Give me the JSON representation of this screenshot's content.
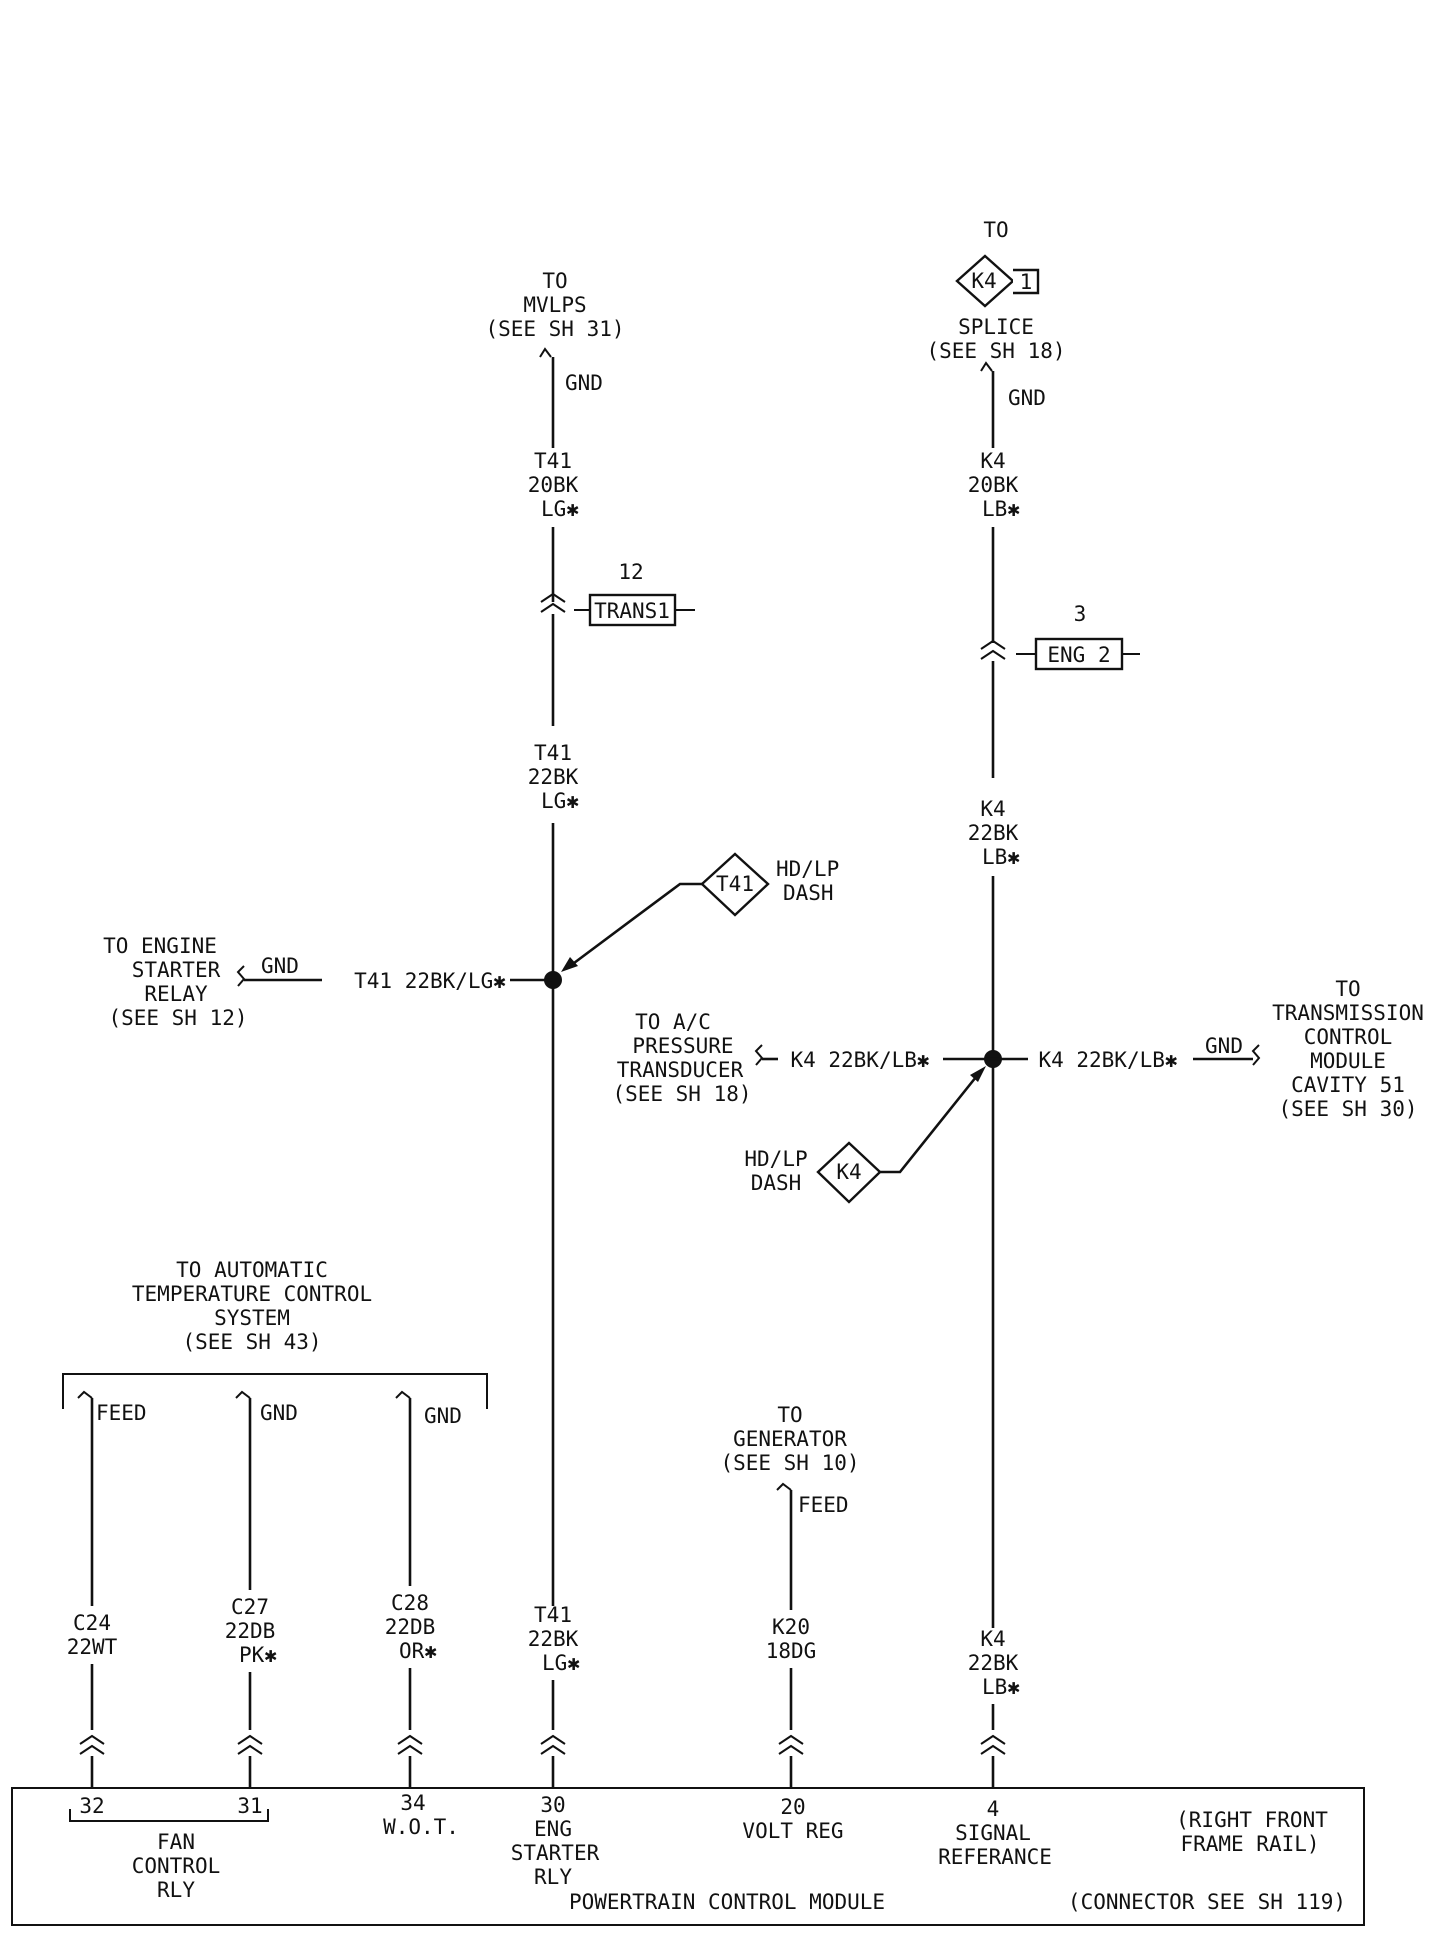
{
  "wires": {
    "t41": {
      "dest": [
        "TO",
        "MVLPS",
        "(SEE SH 31)"
      ],
      "dest_term": "GND",
      "upper": [
        "T41",
        "20BK",
        "LG✱"
      ],
      "conn_num": "12",
      "conn_name": "TRANS1",
      "middle": [
        "T41",
        "22BK",
        "LG✱"
      ],
      "lower": [
        "T41",
        "22BK",
        "LG✱"
      ]
    },
    "k4": {
      "dest_to": "TO",
      "dest_splice_id": "K4",
      "dest_splice_num": "1",
      "dest": [
        "SPLICE",
        "(SEE SH 18)"
      ],
      "dest_term": "GND",
      "upper": [
        "K4",
        "20BK",
        "LB✱"
      ],
      "conn_num": "3",
      "conn_name": "ENG 2",
      "middle": [
        "K4",
        "22BK",
        "LB✱"
      ],
      "lower": [
        "K4",
        "22BK",
        "LB✱"
      ]
    }
  },
  "t41_splice": {
    "diamond_label": "T41",
    "diamond_desc": [
      "HD/LP",
      "DASH"
    ],
    "branch_dest": [
      "TO ENGINE",
      "STARTER",
      "RELAY",
      "(SEE SH 12)"
    ],
    "branch_term": "GND",
    "branch_wire": "T41 22BK/LG✱"
  },
  "k4_splice": {
    "diamond_label": "K4",
    "diamond_desc": [
      "HD/LP",
      "DASH"
    ],
    "left_dest": [
      "TO A/C",
      "PRESSURE",
      "TRANSDUCER",
      "(SEE SH 18)"
    ],
    "left_wire": "K4 22BK/LB✱",
    "right_wire": "K4 22BK/LB✱",
    "right_term": "GND",
    "right_dest": [
      "TO",
      "TRANSMISSION",
      "CONTROL",
      "MODULE",
      "CAVITY 51",
      "(SEE SH 30)"
    ]
  },
  "atc": {
    "dest": [
      "TO AUTOMATIC",
      "TEMPERATURE CONTROL",
      "SYSTEM",
      "(SEE SH 43)"
    ],
    "c24": {
      "term": "FEED",
      "label": [
        "C24",
        "22WT"
      ]
    },
    "c27": {
      "term": "GND",
      "label": [
        "C27",
        "22DB",
        "PK✱"
      ]
    },
    "c28": {
      "term": "GND",
      "label": [
        "C28",
        "22DB",
        "OR✱"
      ]
    }
  },
  "generator": {
    "dest": [
      "TO",
      "GENERATOR",
      "(SEE SH 10)"
    ],
    "term": "FEED",
    "label": [
      "K20",
      "18DG"
    ]
  },
  "pcm": {
    "pins": {
      "p32": "32",
      "p31": "31",
      "p34": "34",
      "p30": "30",
      "p20": "20",
      "p4": "4"
    },
    "fan_relay": [
      "FAN",
      "CONTROL",
      "RLY"
    ],
    "wot": "W.O.T.",
    "eng_starter": [
      "ENG",
      "STARTER",
      "RLY"
    ],
    "volt_reg": "VOLT REG",
    "signal_ref": [
      "SIGNAL",
      "REFERANCE"
    ],
    "location": [
      "(RIGHT FRONT",
      "FRAME RAIL)"
    ],
    "name": "POWERTRAIN CONTROL MODULE",
    "connector_ref": "(CONNECTOR SEE SH 119)"
  }
}
